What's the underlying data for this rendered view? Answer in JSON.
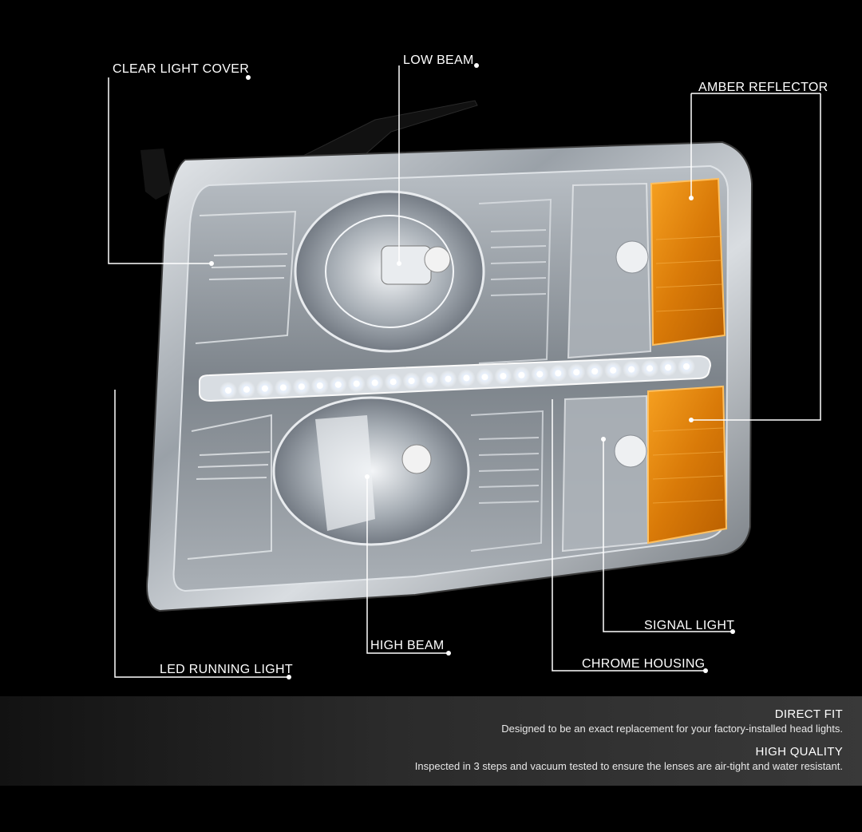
{
  "callouts": {
    "clear_light_cover": "CLEAR LIGHT COVER",
    "low_beam": "LOW BEAM",
    "amber_reflector": "AMBER REFLECTOR",
    "led_running_light": "LED RUNNING LIGHT",
    "high_beam": "HIGH BEAM",
    "signal_light": "SIGNAL LIGHT",
    "chrome_housing": "CHROME HOUSING"
  },
  "features": [
    {
      "title": "DIRECT FIT",
      "description": "Designed to be an exact replacement for your factory-installed head lights."
    },
    {
      "title": "HIGH QUALITY",
      "description": "Inspected in 3 steps and vacuum tested to ensure the lenses are air-tight and water resistant."
    }
  ],
  "colors": {
    "background": "#000000",
    "chrome": "#c8ccd2",
    "amber": "#e08a10",
    "callout_line": "#ffffff"
  }
}
